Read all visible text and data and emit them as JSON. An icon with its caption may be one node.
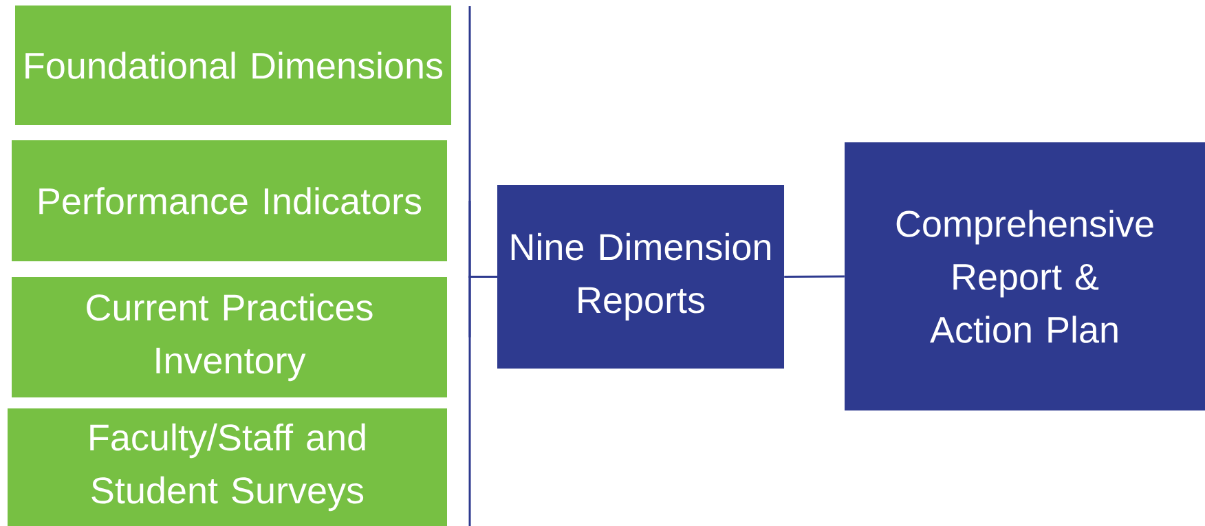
{
  "diagram": {
    "nodes": [
      {
        "text": [
          "Foundational Dimensions"
        ]
      },
      {
        "text": [
          "Performance Indicators"
        ]
      },
      {
        "text": [
          "Current Practices Inventory"
        ]
      },
      {
        "text": [
          "Faculty/Staff and Student Surveys"
        ]
      },
      {
        "text": [
          "Nine Dimension Reports"
        ]
      },
      {
        "text": [
          "Comprehensive Report & Action Plan"
        ]
      }
    ],
    "edges": [
      {
        "from": 0,
        "to": 4,
        "arrow": "none"
      },
      {
        "from": 1,
        "to": 4,
        "arrow": "none"
      },
      {
        "from": 2,
        "to": 4,
        "arrow": "none"
      },
      {
        "from": 3,
        "to": 4,
        "arrow": "none"
      },
      {
        "from": 4,
        "to": 5,
        "arrow": "none"
      }
    ]
  }
}
